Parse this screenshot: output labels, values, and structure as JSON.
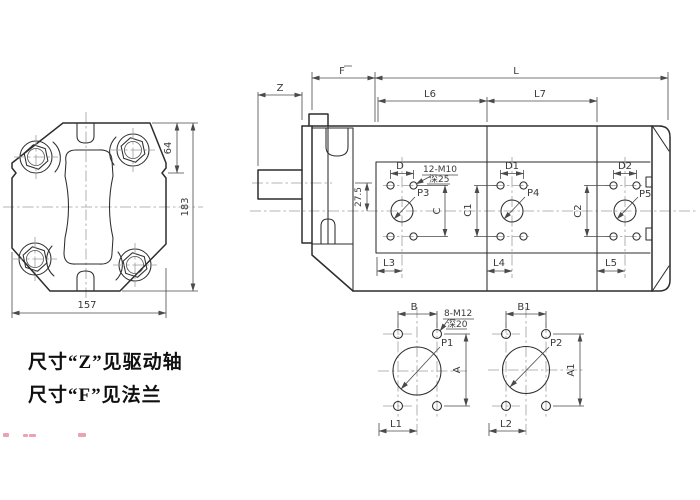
{
  "front_view": {
    "dim_top": "64",
    "dim_height": "183",
    "dim_width": "157"
  },
  "side_view": {
    "dim_shaft": "Z",
    "dim_flange": "F",
    "dim_length": "L",
    "dim_l6": "L6",
    "dim_l7": "L7",
    "dim_offset": "27.5"
  },
  "ports": {
    "p3": {
      "label": "P3",
      "dim_d": "D",
      "dim_c": "C",
      "dim_l": "L3",
      "thread": "12-M10",
      "thread_depth": "深25"
    },
    "p4": {
      "label": "P4",
      "dim_d": "D1",
      "dim_c": "C1",
      "dim_l": "L4"
    },
    "p5": {
      "label": "P5",
      "dim_d": "D2",
      "dim_c": "C2",
      "dim_l": "L5"
    }
  },
  "bottom_ports": {
    "p1": {
      "label": "P1",
      "dim_b": "B",
      "dim_a": "A",
      "dim_l": "L1",
      "thread": "8-M12",
      "thread_depth": "深20"
    },
    "p2": {
      "label": "P2",
      "dim_b": "B1",
      "dim_a": "A1",
      "dim_l": "L2"
    }
  },
  "notes": {
    "line1": "尺寸“Z”见驱动轴",
    "line2": "尺寸“F”见法兰"
  },
  "colors": {
    "line": "#2d2d2d",
    "dim": "#4a4a4a",
    "centerline": "#9d9d9d",
    "note_text": "#101010",
    "watermark": "#d44a6a",
    "background": "#ffffff"
  }
}
